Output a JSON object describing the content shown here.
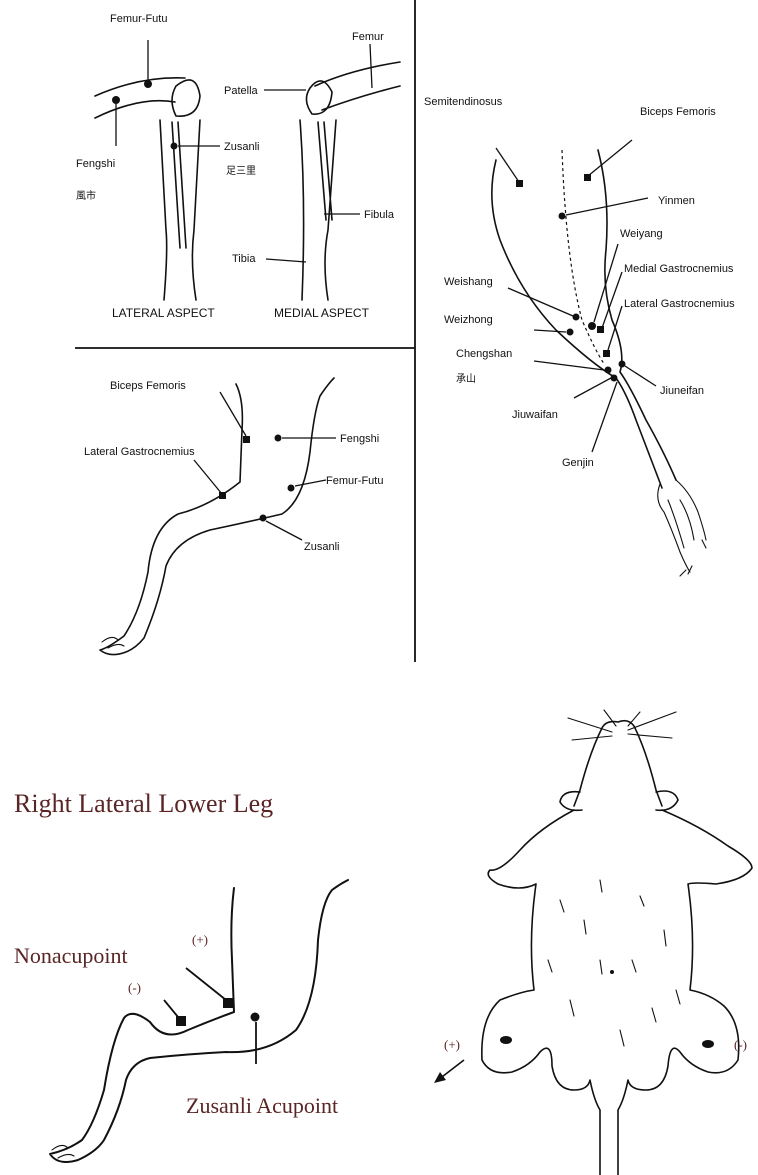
{
  "panel_a": {
    "labels": {
      "femur_futu": "Femur-Futu",
      "femur": "Femur",
      "patella": "Patella",
      "zusanli": "Zusanli",
      "zusanli_cjk": "足三里",
      "fengshi": "Fengshi",
      "fengshi_cjk": "風市",
      "fibula": "Fibula",
      "tibia": "Tibia",
      "lateral_aspect": "LATERAL  ASPECT",
      "medial_aspect": "MEDIAL ASPECT"
    }
  },
  "panel_b": {
    "labels": {
      "biceps_femoris": "Biceps Femoris",
      "lateral_gastrocnemius": "Lateral Gastrocnemius",
      "fengshi": "Fengshi",
      "femur_futu": "Femur-Futu",
      "zusanli": "Zusanli"
    }
  },
  "panel_c": {
    "labels": {
      "semitendinosus": "Semitendinosus",
      "biceps_femoris": "Biceps Femoris",
      "yinmen": "Yinmen",
      "weiyang": "Weiyang",
      "medial_gastrocnemius": "Medial Gastrocnemius",
      "weishang": "Weishang",
      "lateral_gastrocnemius": "Lateral Gastrocnemius",
      "weizhong": "Weizhong",
      "chengshan": "Chengshan",
      "chengshan_cjk": "承山",
      "jiuneifan": "Jiuneifan",
      "jiuwaifan": "Jiuwaifan",
      "genjin": "Genjin"
    }
  },
  "panel_d": {
    "title": "Right Lateral Lower Leg",
    "nonacupoint": "Nonacupoint",
    "plus": "(+)",
    "minus": "(-)",
    "zusanli_acupoint": "Zusanli Acupoint"
  },
  "panel_e": {
    "plus": "(+)",
    "minus": "(-)"
  },
  "colors": {
    "ink": "#111111",
    "label_red": "#5a2525",
    "background": "#ffffff"
  }
}
